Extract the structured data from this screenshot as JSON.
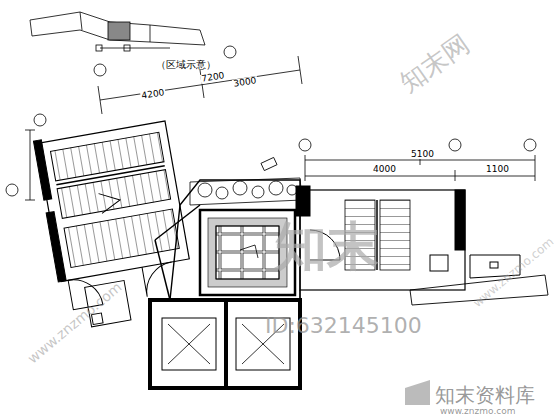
{
  "diagram": {
    "labels": [
      "（区域示意）",
      "7200",
      "4200",
      "3000",
      "5100",
      "4000",
      "1100",
      "知末网",
      "知末",
      "ID:632145100",
      "知末资料库",
      "www.znzmo.com",
      "www.znzmo.com",
      "www.znzmo.com"
    ]
  }
}
